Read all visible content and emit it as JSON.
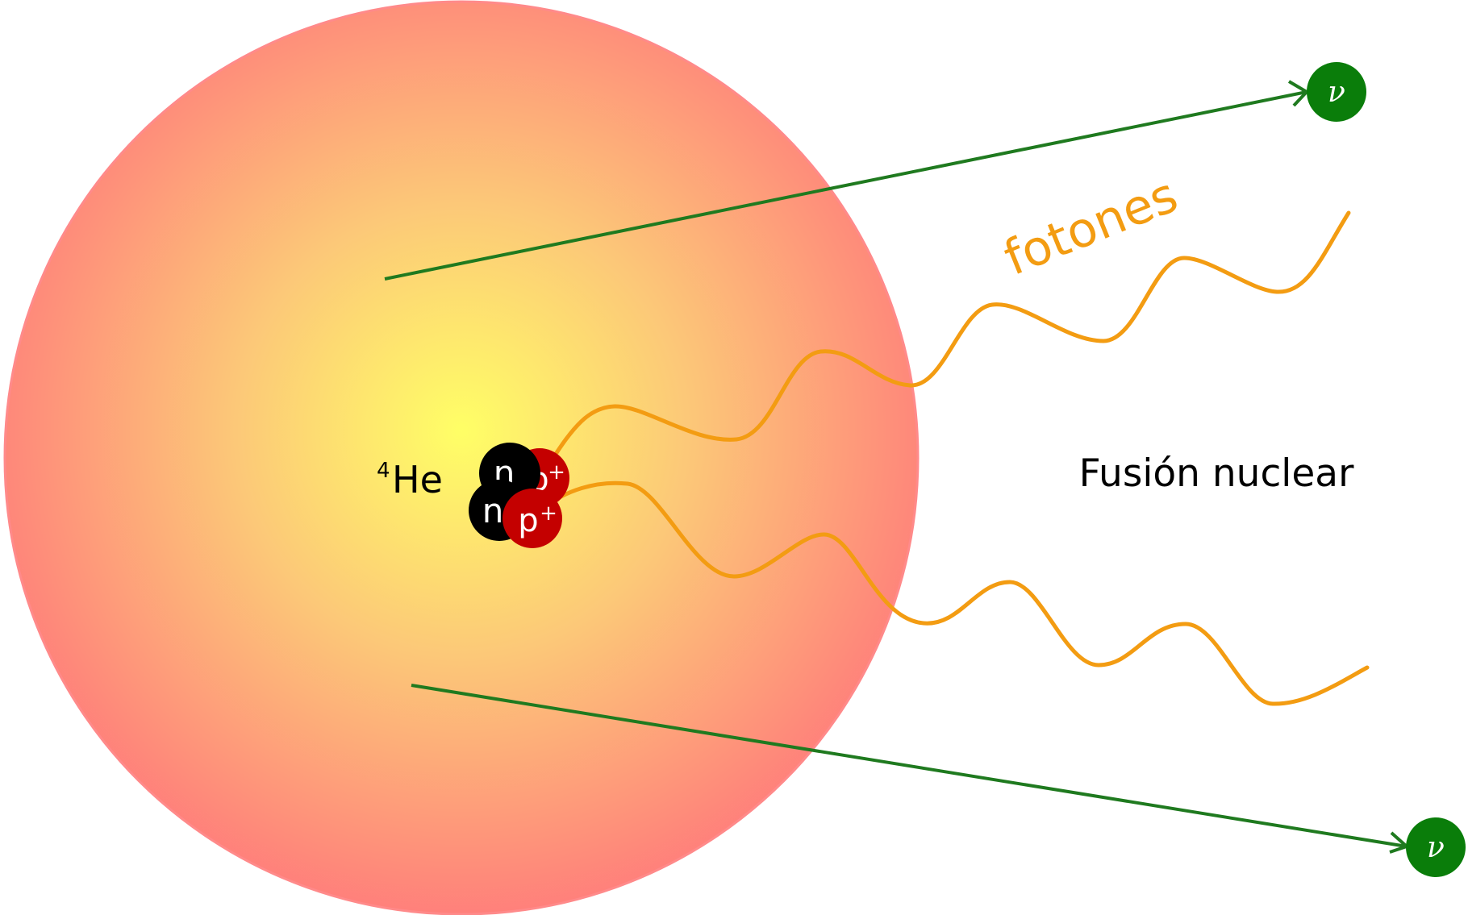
{
  "diagram": {
    "title": "Fusión nuclear",
    "photons_label": "fotones",
    "helium": {
      "mass_number": "4",
      "symbol": "He"
    },
    "nucleons": {
      "neutron": "n",
      "proton": "p",
      "proton_charge": "+"
    },
    "neutrino_symbol": "ν",
    "colors": {
      "star_center": "#ffff66",
      "star_edge": "#ff7b7b",
      "neutrino": "#1f7a1f",
      "neutrino_badge": "#0a7d0a",
      "photon": "#f39c12",
      "proton": "#c40000",
      "neutron": "#000000"
    }
  }
}
